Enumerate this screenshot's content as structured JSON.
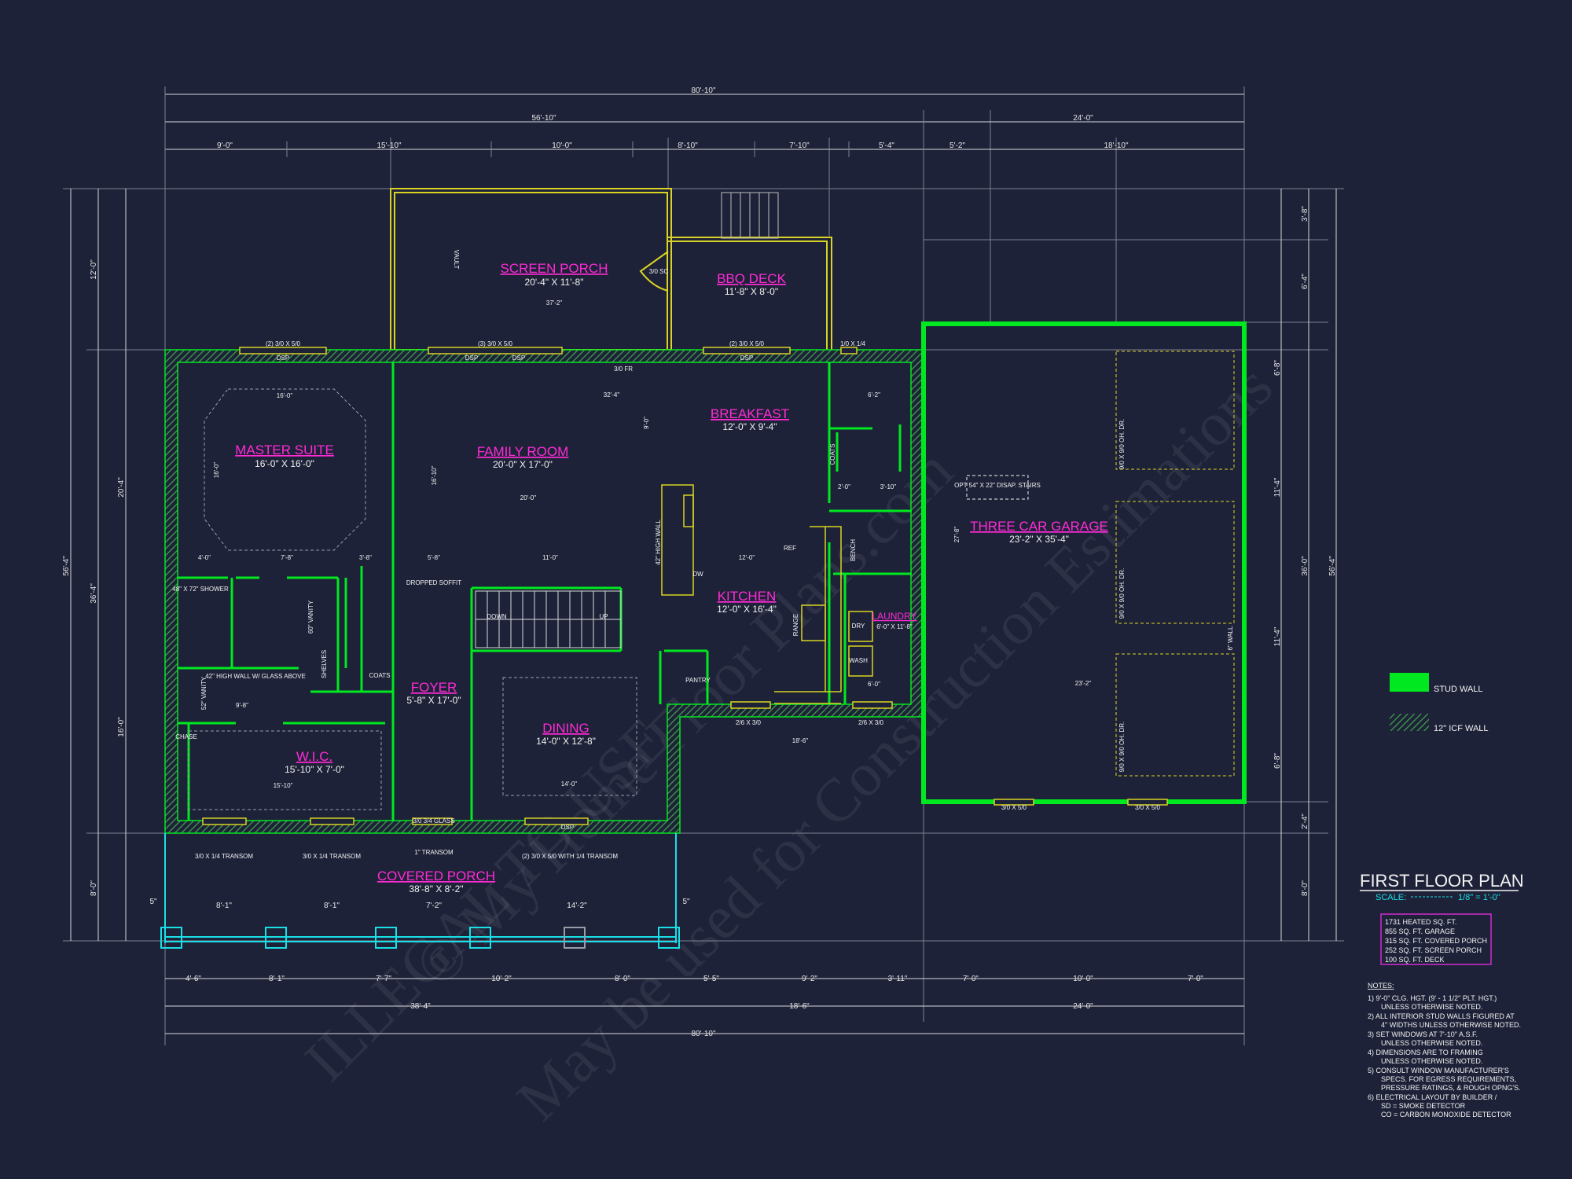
{
  "dimensions": {
    "overall": "80'-10\"",
    "top_split": [
      "56'-10\"",
      "24'-0\""
    ],
    "top_segments": [
      "9'-0\"",
      "15'-10\"",
      "10'-0\"",
      "8'-10\"",
      "7'-10\"",
      "5'-4\"",
      "5'-2\"",
      "18'-10\""
    ],
    "bottom_segments": [
      "4'-6\"",
      "8'-1\"",
      "7'-7\"",
      "10'-2\"",
      "8'-0\"",
      "5'-5\"",
      "9'-2\"",
      "3'-11\"",
      "7'-0\"",
      "10'-0\"",
      "7'-0\""
    ],
    "bottom_split": [
      "38'-4\"",
      "18'-6\"",
      "24'-0\""
    ],
    "left_overall": "56'-4\"",
    "left_mid": "36'-4\"",
    "left_segments": [
      "12'-0\"",
      "20'-4\"",
      "16'-0\"",
      "8'-0\""
    ],
    "right_overall": "56'-4\"",
    "right_mid": "36'-0\"",
    "right_segments": [
      "3'-8\"",
      "6'-4\"",
      "6'-8\"",
      "11'-4\"",
      "11'-4\"",
      "6'-8\"",
      "2'-4\"",
      "8'-0\""
    ],
    "porch_segments": [
      "5\"",
      "8'-1\"",
      "8'-1\"",
      "7'-2\"",
      "14'-2\"",
      "5\""
    ]
  },
  "rooms": [
    {
      "name": "SCREEN PORCH",
      "size": "20'-4\" X 11'-8\""
    },
    {
      "name": "BBQ DECK",
      "size": "11'-8\" X 8'-0\""
    },
    {
      "name": "MASTER SUITE",
      "size": "16'-0\" X 16'-0\""
    },
    {
      "name": "FAMILY ROOM",
      "size": "20'-0\" X 17'-0\""
    },
    {
      "name": "BREAKFAST",
      "size": "12'-0\" X 9'-4\""
    },
    {
      "name": "KITCHEN",
      "size": "12'-0\" X 16'-4\""
    },
    {
      "name": "LAUNDRY",
      "size": "6'-0\" X 11'-8\""
    },
    {
      "name": "THREE CAR GARAGE",
      "size": "23'-2\" X 35'-4\""
    },
    {
      "name": "FOYER",
      "size": "5'-8\" X 17'-0\""
    },
    {
      "name": "DINING",
      "size": "14'-0\" X 12'-8\""
    },
    {
      "name": "W.I.C.",
      "size": "15'-10\" X 7'-0\""
    },
    {
      "name": "COVERED PORCH",
      "size": "38'-8\" X 8'-2\""
    }
  ],
  "labels": {
    "vault": "VAULT",
    "screen_porch_width": "37'-2\"",
    "door_bbq": "3/0 SC",
    "door_fr": "3/0 FR",
    "win1": "(2) 3/0 X 5/0",
    "win2": "(3) 3/0 X 5/0",
    "win3": "(2) 3/0 X 5/0",
    "win4": "1/0 X 1/4",
    "dsp": "DSP",
    "span_32": "32'-4\"",
    "master_top": "16'-0\"",
    "family_w": "20'-0\"",
    "family_h": "16'-10\"",
    "master_h": "16'-0\"",
    "dim_9": "9'-0\"",
    "opt_stairs": "OPT 54\" X 22\" DISAP. STAIRS",
    "shower": "48\" X 72\" SHOWER",
    "high_wall": "42\" HIGH WALL W/ GLASS ABOVE",
    "vanity": "60\" VANITY",
    "vanity2": "52\" VANITY",
    "shelves": "SHELVES",
    "coats": "COATS",
    "coats2": "COATS",
    "chase": "CHASE",
    "dropped_soffit": "DROPPED SOFFIT",
    "down": "DOWN",
    "up": "UP",
    "dw": "DW",
    "ref": "REF",
    "range": "RANGE",
    "bench": "BENCH",
    "dry": "DRY",
    "wash": "WASH",
    "pantry": "PANTRY",
    "high_wall_kitchen": "42\" HIGH WALL",
    "glass_door": "3/0 3/4 GLASS",
    "transom1": "3/0 X 1/4 TRANSOM",
    "transom2": "3/0 X 1/4 TRANSOM",
    "transom3": "(2) 3/0 X 5/0 WITH 1/4 TRANSOM",
    "transom4": "1\" TRANSOM",
    "garage_door1": "9/0 X 9/0 OH. DR.",
    "garage_door2": "9/0 X 9/0 OH. DR.",
    "garage_door3": "9/0 X 9/0 OH. DR.",
    "garage_w": "23'-2\"",
    "garage_h": "27'-8\"",
    "garage_win": "3/0 X 5/0",
    "garage_win2": "3/0 X 5/0",
    "six_wall": "6\" WALL",
    "kitchen_win1": "2/6 X 3/0",
    "kitchen_win2": "2/6 X 3/0",
    "dim_18_6": "18'-6\"",
    "dim_14": "14'-0\"",
    "dim_11": "11'-0\"",
    "dim_12": "12'-0\"",
    "dim_5_8": "5'-8\"",
    "dim_4": "4'-0\"",
    "dim_7_8": "7'-8\"",
    "dim_3_8": "3'-8\"",
    "dim_9_8": "9'-8\"",
    "dim_15_10": "15'-10\"",
    "dim_6_2": "6'-2\"",
    "dim_6_0": "6'-0\"",
    "dim_2_0": "2'-0\"",
    "dim_3_10": "3'-10\""
  },
  "title": "FIRST FLOOR PLAN",
  "scale_label": "SCALE:",
  "scale_value": "1/8\" = 1'-0\"",
  "stats": [
    "1731 HEATED SQ. FT.",
    "855 SQ. FT. GARAGE",
    "315 SQ. FT. COVERED PORCH",
    "252 SQ. FT. SCREEN PORCH",
    "100 SQ. FT. DECK"
  ],
  "legend": [
    {
      "label": "STUD WALL",
      "color": "#00e81f"
    },
    {
      "label": "12\" ICF WALL",
      "color": "#2f8a3a"
    }
  ],
  "notes_title": "NOTES:",
  "notes": [
    "1) 9'-0\" CLG. HGT. (9' - 1 1/2\" PLT. HGT.)",
    "UNLESS OTHERWISE NOTED.",
    "2) ALL INTERIOR STUD WALLS FIGURED AT",
    "4\" WIDTHS UNLESS OTHERWISE NOTED.",
    "3) SET WINDOWS AT 7'-10\" A.S.F.",
    "UNLESS OTHERWISE NOTED.",
    "4) DIMENSIONS ARE TO FRAMING",
    "UNLESS OTHERWISE NOTED.",
    "5) CONSULT WINDOW MANUFACTURER'S",
    "SPECS. FOR EGRESS REQUIREMENTS,",
    "PRESSURE RATINGS, & ROUGH OPNG'S.",
    "6) ELECTRICAL LAYOUT BY BUILDER /",
    "SD = SMOKE DETECTOR",
    "CO = CARBON MONOXIDE DETECTOR"
  ],
  "watermark": [
    "ILLEGAL TO USE",
    "© My Home Floor Plans.com",
    "May be used for Construction Estimations"
  ],
  "colors": {
    "background": "#1e2238",
    "stud_wall": "#00e81f",
    "room_label": "#ff2bd6",
    "porch": "#19e0e6",
    "deck": "#d9d323"
  }
}
